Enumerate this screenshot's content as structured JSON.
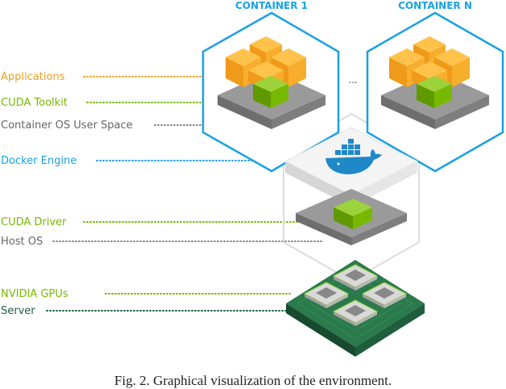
{
  "headers": {
    "container_1": "CONTAINER 1",
    "container_n": "CONTAINER N",
    "ellipsis": "..."
  },
  "labels": [
    {
      "id": "applications",
      "text": "Applications",
      "color": "#f0a020"
    },
    {
      "id": "cuda-toolkit",
      "text": "CUDA Toolkit",
      "color": "#76b900"
    },
    {
      "id": "container-os",
      "text": "Container OS User Space",
      "color": "#666666"
    },
    {
      "id": "docker-engine",
      "text": "Docker Engine",
      "color": "#1ba1e2"
    },
    {
      "id": "cuda-driver",
      "text": "CUDA Driver",
      "color": "#76b900"
    },
    {
      "id": "host-os",
      "text": "Host OS",
      "color": "#666666"
    },
    {
      "id": "nvidia-gpus",
      "text": "NVIDIA GPUs",
      "color": "#76b900"
    },
    {
      "id": "server",
      "text": "Server",
      "color": "#1e5e3c"
    }
  ],
  "caption": "Fig. 2.   Graphical visualization of the environment.",
  "colors": {
    "hex_outline": "#1ba1e2",
    "orange": "#f7a21b",
    "green": "#76b900",
    "gray_plate": "#8a8a8a",
    "server": "#1e5e3c",
    "docker_blue": "#1e88c8"
  }
}
